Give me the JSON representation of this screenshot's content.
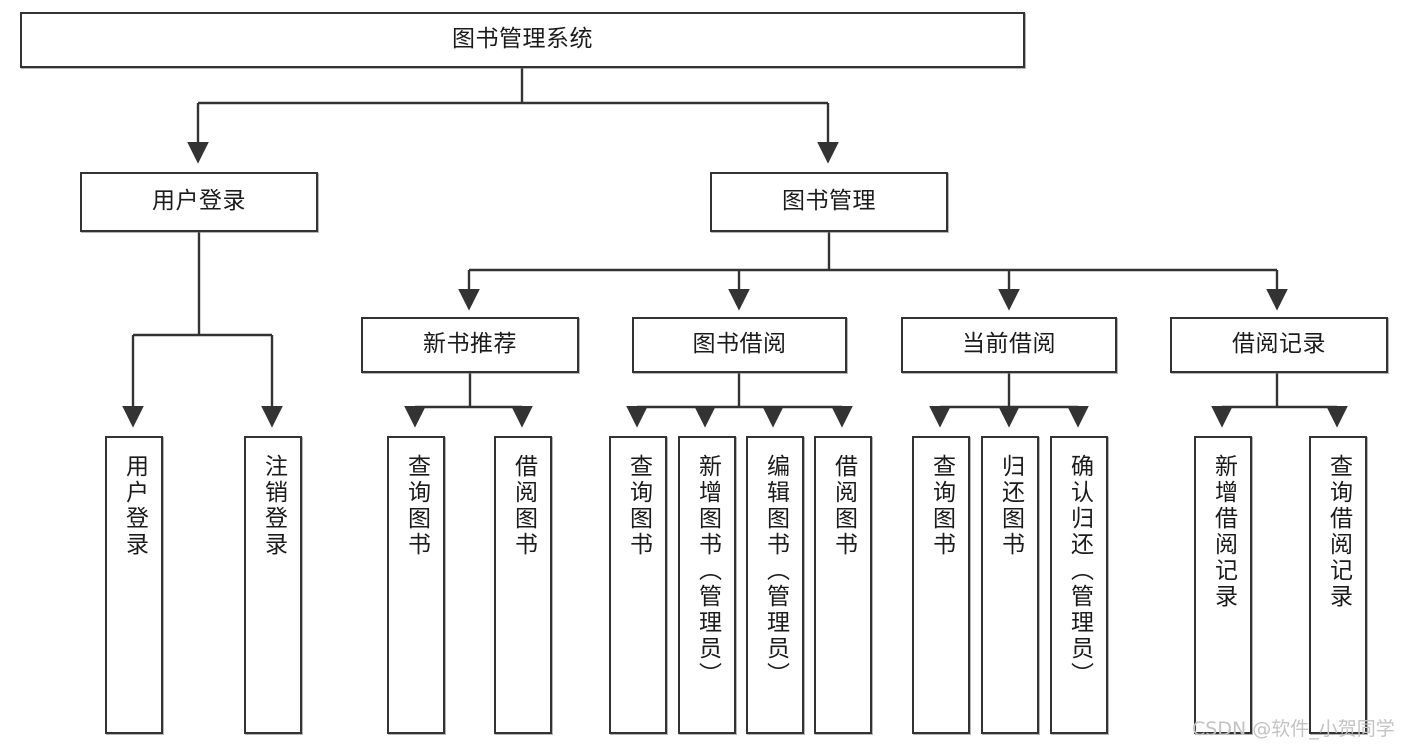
{
  "diagram": {
    "title": "图书管理系统",
    "type": "tree",
    "orientation": "top-down",
    "root": {
      "id": "root",
      "label": "图书管理系统",
      "level": 0
    },
    "nodes": [
      {
        "id": "root",
        "label": "图书管理系统",
        "level": 0,
        "parent": null,
        "orient": "horizontal"
      },
      {
        "id": "login",
        "label": "用户登录",
        "level": 1,
        "parent": "root",
        "orient": "horizontal"
      },
      {
        "id": "bookmgmt",
        "label": "图书管理",
        "level": 1,
        "parent": "root",
        "orient": "horizontal"
      },
      {
        "id": "newrec",
        "label": "新书推荐",
        "level": 2,
        "parent": "bookmgmt",
        "orient": "horizontal"
      },
      {
        "id": "borrow",
        "label": "图书借阅",
        "level": 2,
        "parent": "bookmgmt",
        "orient": "horizontal"
      },
      {
        "id": "current",
        "label": "当前借阅",
        "level": 2,
        "parent": "bookmgmt",
        "orient": "horizontal"
      },
      {
        "id": "records",
        "label": "借阅记录",
        "level": 2,
        "parent": "bookmgmt",
        "orient": "horizontal"
      },
      {
        "id": "leaf-1",
        "label": "用户登录",
        "level": 2,
        "parent": "login",
        "orient": "vertical"
      },
      {
        "id": "leaf-2",
        "label": "注销登录",
        "level": 2,
        "parent": "login",
        "orient": "vertical"
      },
      {
        "id": "leaf-3",
        "label": "查询图书",
        "level": 3,
        "parent": "newrec",
        "orient": "vertical"
      },
      {
        "id": "leaf-4",
        "label": "借阅图书",
        "level": 3,
        "parent": "newrec",
        "orient": "vertical"
      },
      {
        "id": "leaf-5",
        "label": "查询图书",
        "level": 3,
        "parent": "borrow",
        "orient": "vertical"
      },
      {
        "id": "leaf-6",
        "label": "新增图书（管理员）",
        "level": 3,
        "parent": "borrow",
        "orient": "vertical"
      },
      {
        "id": "leaf-7",
        "label": "编辑图书（管理员）",
        "level": 3,
        "parent": "borrow",
        "orient": "vertical"
      },
      {
        "id": "leaf-8",
        "label": "借阅图书",
        "level": 3,
        "parent": "borrow",
        "orient": "vertical"
      },
      {
        "id": "leaf-9",
        "label": "查询图书",
        "level": 3,
        "parent": "current",
        "orient": "vertical"
      },
      {
        "id": "leaf-10",
        "label": "归还图书",
        "level": 3,
        "parent": "current",
        "orient": "vertical"
      },
      {
        "id": "leaf-11",
        "label": "确认归还（管理员）",
        "level": 3,
        "parent": "current",
        "orient": "vertical"
      },
      {
        "id": "leaf-12",
        "label": "新增借阅记录",
        "level": 3,
        "parent": "records",
        "orient": "vertical"
      },
      {
        "id": "leaf-13",
        "label": "查询借阅记录",
        "level": 3,
        "parent": "records",
        "orient": "vertical"
      }
    ],
    "colors": {
      "background": "#ffffff",
      "box_border": "#333333",
      "box_fill": "#ffffff",
      "connector": "#333333",
      "text": "#1b1b1b",
      "watermark": "#c3c3c3"
    }
  },
  "watermark": {
    "text": "CSDN @软件_小贺同学"
  }
}
